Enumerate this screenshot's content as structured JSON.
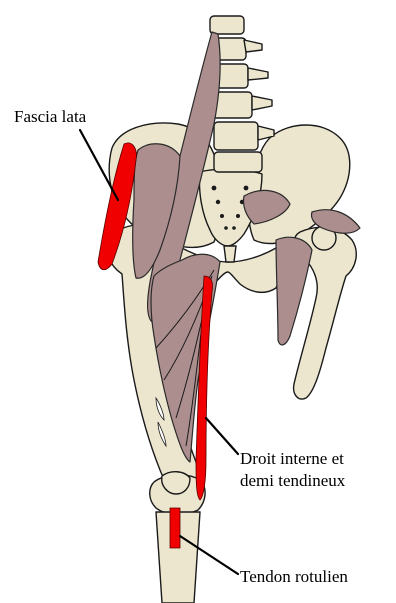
{
  "labels": {
    "fascia_lata": "Fascia lata",
    "droit_interne_line1": "Droit interne et",
    "droit_interne_line2": "demi tendineux",
    "tendon_rotulien": "Tendon rotulien"
  },
  "colors": {
    "bone": "#ece6cf",
    "muscle": "#ac8e8e",
    "red": "#f00000",
    "outline": "#1a1a1a",
    "background": "#ffffff"
  }
}
